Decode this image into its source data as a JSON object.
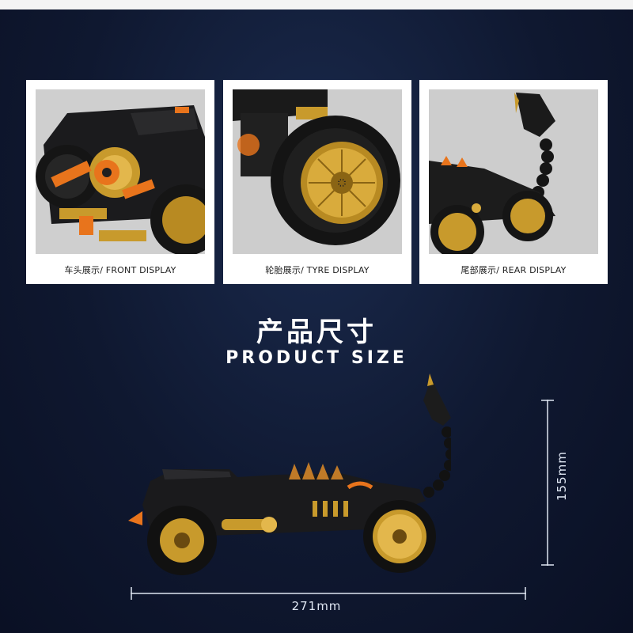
{
  "cards": [
    {
      "caption": "车头展示/ FRONT DISPLAY"
    },
    {
      "caption": "轮胎展示/ TYRE DISPLAY"
    },
    {
      "caption": "尾部展示/ REAR DISPLAY"
    }
  ],
  "heading": {
    "chinese": "产品尺寸",
    "english": "PRODUCT SIZE"
  },
  "dimensions": {
    "length": "271mm",
    "height": "155mm"
  },
  "colors": {
    "background": "#0f1830",
    "accent_gold": "#c89a2c",
    "accent_orange": "#e8741c"
  }
}
